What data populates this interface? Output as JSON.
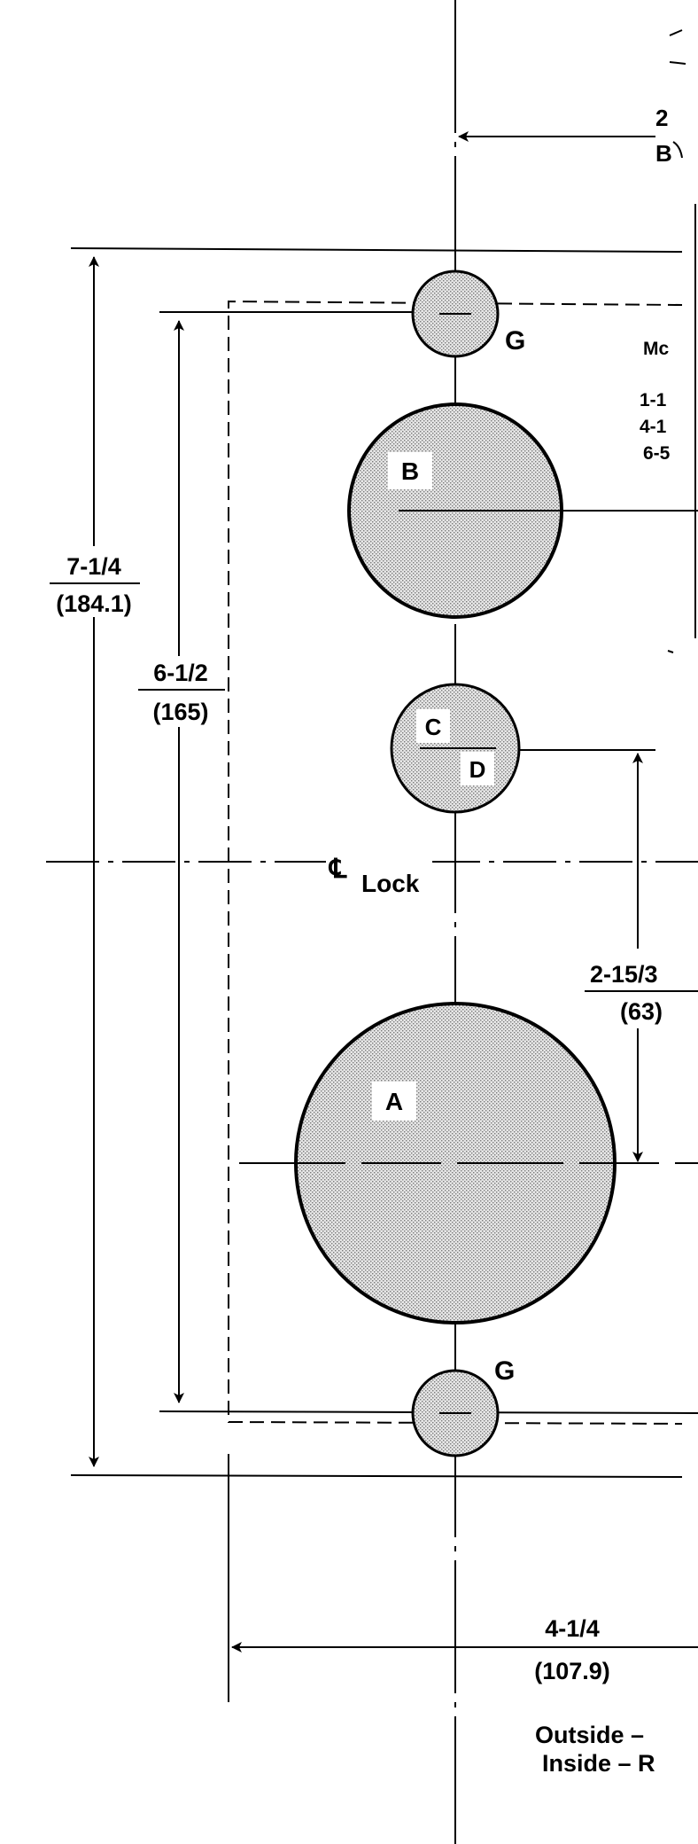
{
  "colors": {
    "ink": "#000000",
    "hole_fill": "#d2d2d2",
    "paper": "#ffffff"
  },
  "top_dimension": {
    "value": "2",
    "sub": "B"
  },
  "overall_height": {
    "value": "7-1/4",
    "metric": "(184.1)"
  },
  "inner_height": {
    "value": "6-1/2",
    "metric": "(165)"
  },
  "center_offset": {
    "value": "2-15/3",
    "metric": "(63)"
  },
  "bottom_width": {
    "value": "4-1/4",
    "metric": "(107.9)"
  },
  "holes": {
    "top_g": "G",
    "b": "B",
    "c": "C",
    "d": "D",
    "a": "A",
    "bottom_g": "G"
  },
  "centerline": {
    "symbol": "℄",
    "label": "Lock"
  },
  "note": {
    "title": "Mc",
    "lines": [
      "1-1",
      "4-1",
      "6-5"
    ]
  },
  "footer": {
    "line1": "Outside –",
    "line2": "Inside – R"
  }
}
